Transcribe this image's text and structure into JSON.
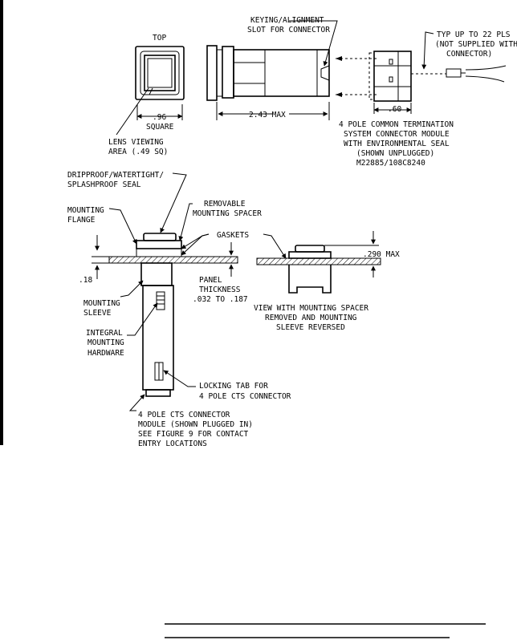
{
  "labels": {
    "top": "TOP",
    "keying_1": "KEYING/ALIGNMENT",
    "keying_2": "SLOT FOR CONNECTOR",
    "typ_1": "TYP UP TO 22 PLS",
    "typ_2": "(NOT SUPPLIED WITH",
    "typ_3": "CONNECTOR)",
    "dim_96": ".96",
    "square": "SQUARE",
    "dim_243": "2.43 MAX",
    "dim_60": ".60",
    "lens_1": "LENS VIEWING",
    "lens_2": "AREA (.49 SQ)",
    "ctm_1": "4 POLE COMMON TERMINATION",
    "ctm_2": "SYSTEM CONNECTOR MODULE",
    "ctm_3": "WITH ENVIRONMENTAL SEAL",
    "ctm_4": "(SHOWN UNPLUGGED)",
    "ctm_5": "M22885/108C8240",
    "drip_1": "DRIPPROOF/WATERTIGHT/",
    "drip_2": "SPLASHPROOF SEAL",
    "removable_1": "REMOVABLE",
    "removable_2": "MOUNTING SPACER",
    "mounting_1": "MOUNTING",
    "mounting_2": "FLANGE",
    "gaskets": "GASKETS",
    "dim_290": ".290 MAX",
    "dim_18": ".18",
    "panel_1": "PANEL",
    "panel_2": "THICKNESS",
    "panel_3": ".032 TO .187",
    "sleeve_1": "MOUNTING",
    "sleeve_2": "SLEEVE",
    "view_1": "VIEW WITH MOUNTING SPACER",
    "view_2": "REMOVED AND MOUNTING",
    "view_3": "SLEEVE REVERSED",
    "integral_1": "INTEGRAL",
    "integral_2": "MOUNTING",
    "integral_3": "HARDWARE",
    "locking_1": "LOCKING TAB FOR",
    "locking_2": "4 POLE CTS CONNECTOR",
    "cts_1": "4 POLE CTS CONNECTOR",
    "cts_2": "MODULE (SHOWN PLUGGED IN)",
    "cts_3": "SEE FIGURE 9 FOR CONTACT",
    "cts_4": "ENTRY LOCATIONS"
  }
}
